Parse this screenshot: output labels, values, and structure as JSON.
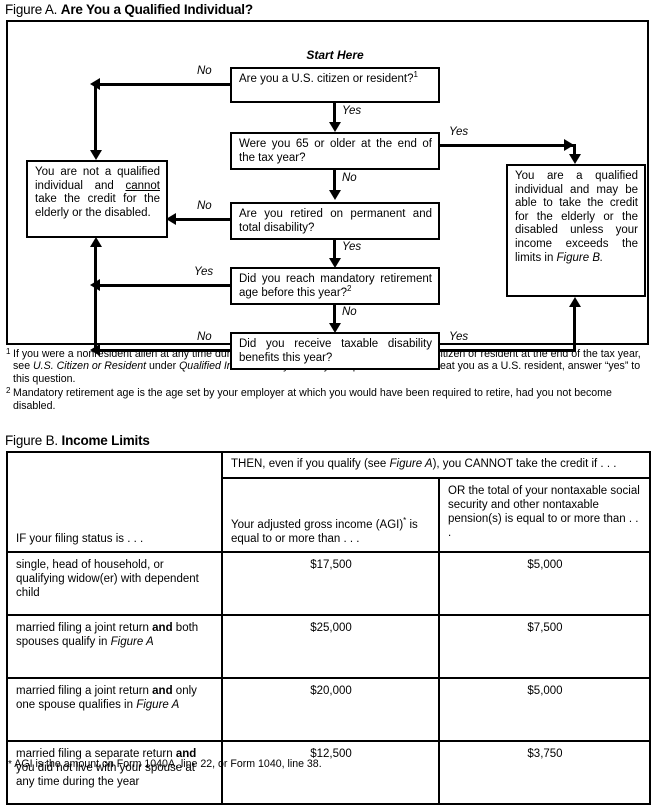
{
  "figure_a": {
    "title_lead": "Figure A.",
    "title_bold": "Are You a Qualified Individual?",
    "start_here": "Start Here",
    "boxes": {
      "citizen": "Are you a U.S. citizen or resident?",
      "citizen_footnote_marker": "1",
      "age65": "Were you 65 or older at the end of the tax year?",
      "retired": "Are you retired on permanent and total disability?",
      "mandatory": "Did you reach mandatory retirement age before this year?",
      "mandatory_footnote_marker": "2",
      "benefits": "Did you receive taxable disability benefits this year?",
      "not_qualified_pre": "You are not a qualified individual and ",
      "not_qualified_emph": "cannot",
      "not_qualified_post": " take the credit for the elderly or the disabled.",
      "qualified_pre": "You are a qualified individual and may be able to take the credit for the elderly or the disabled unless your income exceeds the limits in ",
      "qualified_ref": "Figure B."
    },
    "edges": {
      "citizen_no": "No",
      "citizen_yes": "Yes",
      "age65_yes": "Yes",
      "age65_no": "No",
      "retired_no": "No",
      "retired_yes": "Yes",
      "mandatory_yes": "Yes",
      "mandatory_no": "No",
      "benefits_no": "No",
      "benefits_yes": "Yes"
    },
    "footnotes": [
      {
        "marker": "1",
        "part1": "If you were a nonresident alien at any time during the tax year and were married to a U.S. citizen or resident at the end of the tax year, see ",
        "italic1": "U.S. Citizen or Resident",
        "part2": " under ",
        "italic2": "Qualified Individual",
        "part3": ". If you and your spouse choose to treat you as a U.S. resident, answer “yes” to this question."
      },
      {
        "marker": "2",
        "part1": "Mandatory retirement age is the age set by your employer at which you would have been required to retire, had you not become disabled.",
        "italic1": "",
        "part2": "",
        "italic2": "",
        "part3": ""
      }
    ]
  },
  "figure_b": {
    "title_lead": "Figure B.",
    "title_bold": "Income Limits",
    "header": {
      "then_pre": "THEN, even if you qualify (see ",
      "then_ref": "Figure A",
      "then_post": "), you CANNOT take the credit if . . .",
      "filing_status": "IF your filing status is . . .",
      "col_agi_pre": "Your adjusted gross income (AGI)",
      "col_agi_marker": "*",
      "col_agi_post": " is equal to or more than . . .",
      "col_nontaxable": "OR the total of your nontaxable social security and other nontaxable pension(s) is equal to or more than . . ."
    },
    "rows": [
      {
        "status_pre": "single, head of household, or qualifying widow(er) with dependent child",
        "status_bold": "",
        "status_post": "",
        "status_italic": "",
        "agi": "$17,500",
        "nontaxable": "$5,000"
      },
      {
        "status_pre": "married filing a joint return ",
        "status_bold": "and",
        "status_post": " both spouses qualify in ",
        "status_italic": "Figure A",
        "agi": "$25,000",
        "nontaxable": "$7,500"
      },
      {
        "status_pre": "married filing a joint return ",
        "status_bold": "and",
        "status_post": " only one spouse qualifies in ",
        "status_italic": "Figure A",
        "agi": "$20,000",
        "nontaxable": "$5,000"
      },
      {
        "status_pre": "married filing a separate return ",
        "status_bold": "and",
        "status_post": " you did not live with your spouse at any time during the year",
        "status_italic": "",
        "agi": "$12,500",
        "nontaxable": "$3,750"
      }
    ],
    "footnote_marker": "*",
    "footnote_text": " AGI is the amount on Form 1040A, line 22, or Form 1040, line 38."
  }
}
